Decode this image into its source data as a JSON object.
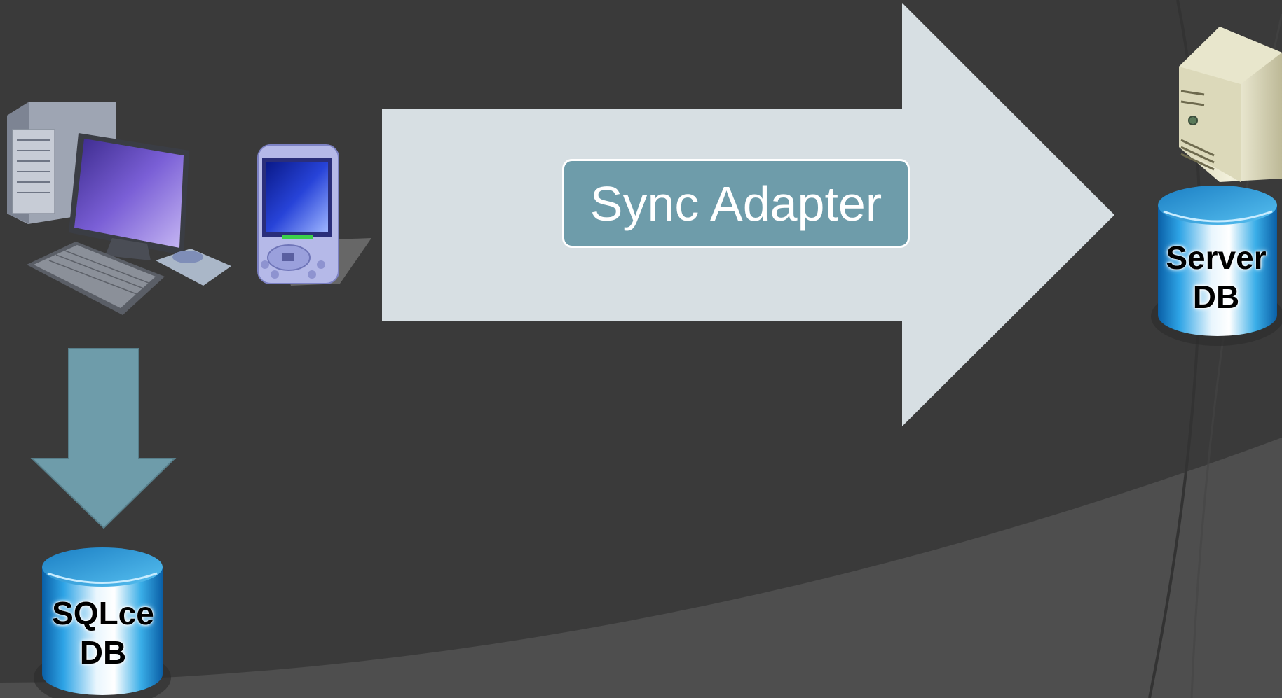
{
  "diagram": {
    "sync_arrow_label": "Sync Adapter",
    "client_db": {
      "line1": "SQLce",
      "line2": "DB"
    },
    "server_db": {
      "line1": "Server",
      "line2": "DB"
    }
  },
  "colors": {
    "background": "#3a3a3a",
    "big_arrow": "#d7dfe3",
    "small_arrow": "#6e9caa",
    "label_box": "#6e9caa",
    "database_blue": "#1e8fd0"
  },
  "icons": [
    "desktop-computer-icon",
    "pda-icon",
    "server-tower-icon",
    "database-icon"
  ]
}
